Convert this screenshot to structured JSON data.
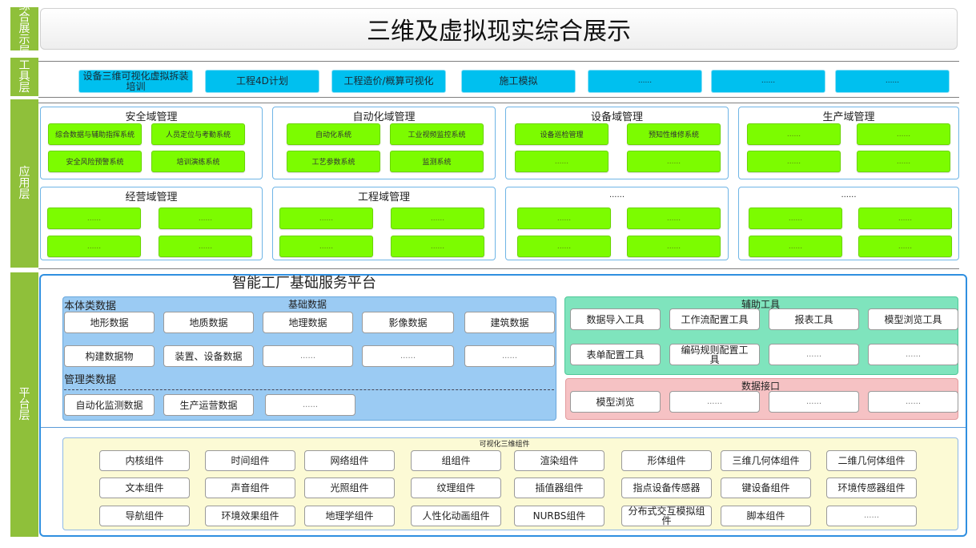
{
  "layers": {
    "display": "综合展示层",
    "tools": "工具层",
    "apps": "应用层",
    "platform": "平台层"
  },
  "title": "三维及虚拟现实综合展示",
  "tool_buttons": [
    "设备三维可视化虚拟拆装培训",
    "工程4D计划",
    "工程造价/概算可视化",
    "施工模拟",
    "......",
    "......",
    "......"
  ],
  "domains": [
    {
      "title": "安全域管理",
      "items": [
        "综合数据与辅助指挥系统",
        "人员定位与考勤系统",
        "安全风险预警系统",
        "培训演练系统"
      ]
    },
    {
      "title": "自动化域管理",
      "items": [
        "自动化系统",
        "工业视频监控系统",
        "工艺参数系统",
        "监测系统"
      ]
    },
    {
      "title": "设备域管理",
      "items": [
        "设备巡检管理",
        "预知性维修系统",
        "......",
        "......"
      ]
    },
    {
      "title": "生产域管理",
      "items": [
        "......",
        "......",
        "......",
        "......"
      ]
    },
    {
      "title": "经营域管理",
      "items": [
        "......",
        "......",
        "......",
        "......"
      ]
    },
    {
      "title": "工程域管理",
      "items": [
        "......",
        "......",
        "......",
        "......"
      ]
    },
    {
      "title": "......",
      "items": [
        "......",
        "......",
        "......",
        "......"
      ]
    },
    {
      "title": "......",
      "items": [
        "......",
        "......",
        "......",
        "......"
      ]
    }
  ],
  "platform": {
    "title": "智能工厂基础服务平台",
    "data_panel": {
      "ontology_label": "本体类数据",
      "basic_label": "基础数据",
      "basic_items": [
        "地形数据",
        "地质数据",
        "地理数据",
        "影像数据",
        "建筑数据",
        "构建数据物",
        "装置、设备数据",
        "......",
        "......",
        "......"
      ],
      "mgmt_label": "管理类数据",
      "mgmt_items": [
        "自动化监测数据",
        "生产运营数据",
        "......"
      ]
    },
    "aux_tools": {
      "title": "辅助工具",
      "items": [
        "数据导入工具",
        "工作流配置工具",
        "报表工具",
        "模型浏览工具",
        "表单配置工具",
        "编码规则配置工具",
        "......",
        "......"
      ]
    },
    "data_interface": {
      "title": "数据接口",
      "items": [
        "模型浏览",
        "......",
        "......",
        "......"
      ]
    },
    "components": {
      "title": "可视化三维组件",
      "items": [
        "内核组件",
        "时间组件",
        "网络组件",
        "组组件",
        "渲染组件",
        "形体组件",
        "三维几何体组件",
        "二维几何体组件",
        "文本组件",
        "声音组件",
        "光照组件",
        "纹理组件",
        "插值器组件",
        "指点设备传感器",
        "键设备组件",
        "环境传感器组件",
        "导航组件",
        "环境效果组件",
        "地理学组件",
        "人性化动画组件",
        "NURBS组件",
        "分布式交互模拟组件",
        "脚本组件",
        "......"
      ]
    }
  },
  "colors": {
    "layer_green": "#8fc03a",
    "tool_cyan": "#00c0ef",
    "app_green": "#7cfc00",
    "data_blue": "#9bcbf3",
    "aux_teal": "#7fe4bd",
    "interface_pink": "#f6c2c4",
    "component_yellow": "#fcfad5",
    "platform_border": "#2f8fe0"
  }
}
